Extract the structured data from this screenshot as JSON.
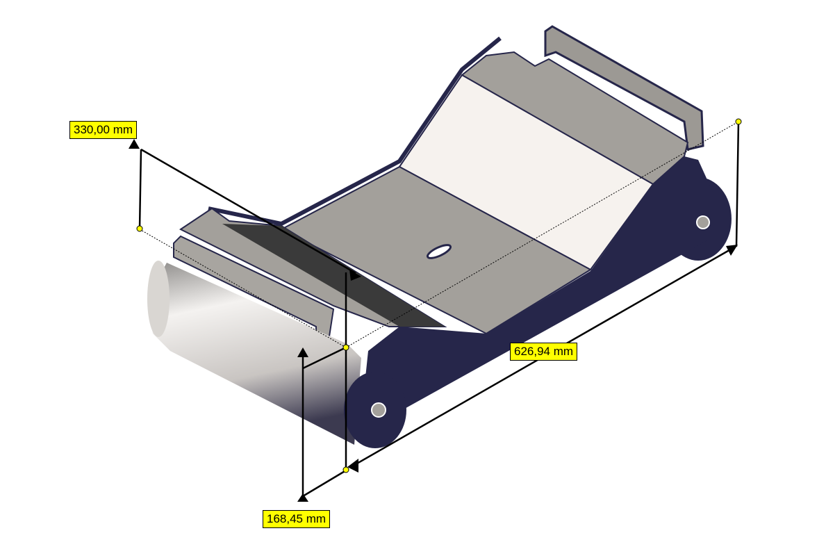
{
  "dimensions": [
    {
      "id": "width",
      "label": "330,00 mm"
    },
    {
      "id": "length",
      "label": "626,94 mm"
    },
    {
      "id": "height",
      "label": "168,45 mm"
    }
  ],
  "colors": {
    "frame": "#26264a",
    "plate": "#a3a09b",
    "panel_light": "#f6f2ee",
    "label_bg": "#ffff00",
    "dim_line": "#000000"
  }
}
